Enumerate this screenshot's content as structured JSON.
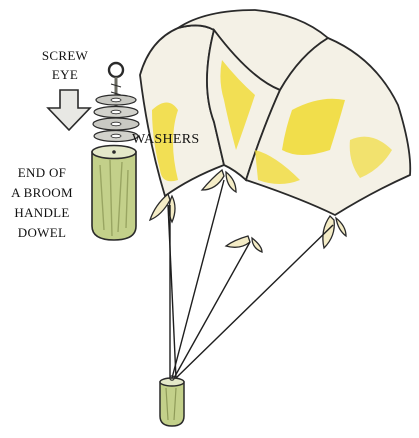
{
  "labels": {
    "screw_eye": [
      "SCREW",
      "EYE"
    ],
    "washers": "WASHERS",
    "dowel": [
      "END OF",
      "A BROOM",
      "HANDLE",
      "DOWEL"
    ]
  },
  "colors": {
    "canopy": "#f4f1e6",
    "canopy_yellow": "#f1dc3a",
    "outline": "#2a2a2a",
    "dowel_green": "#c3d08a",
    "dowel_dark": "#8f9b59",
    "washer_gray": "#c9c9c3",
    "arrow_gray": "#e8e8e4"
  }
}
